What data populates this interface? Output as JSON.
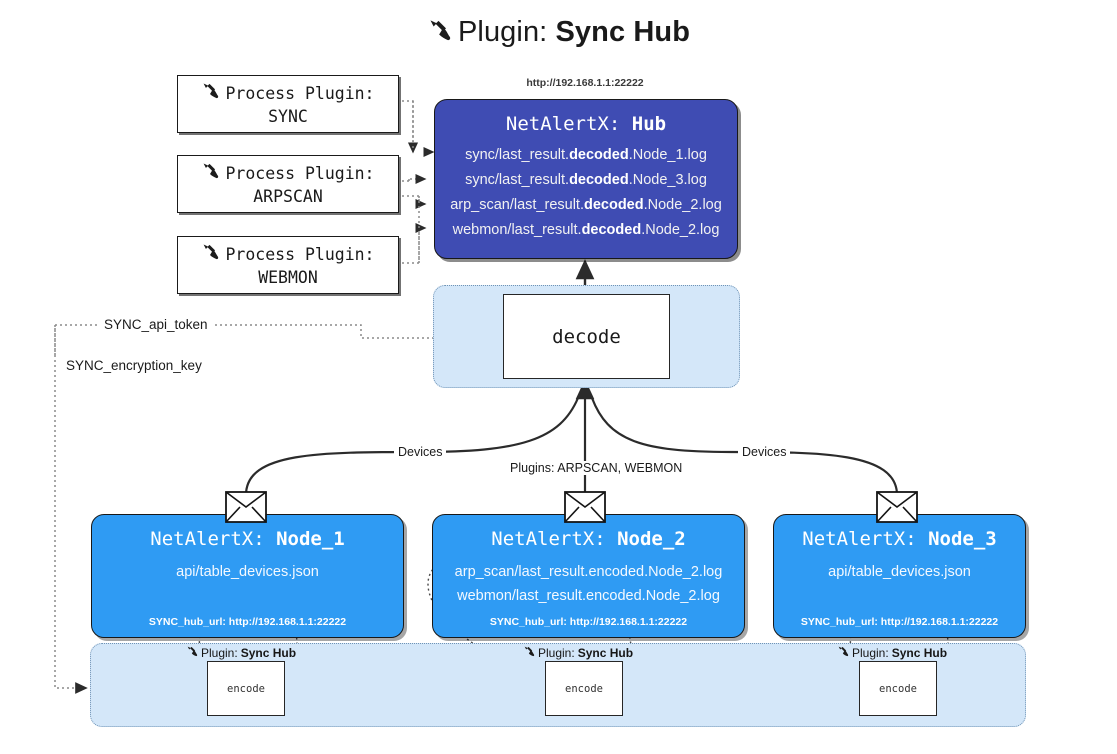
{
  "title": {
    "icon": "plug-icon",
    "prefix": "Plugin: ",
    "name": "Sync Hub"
  },
  "process_plugins": [
    {
      "icon": "plug-icon",
      "line1": "Process Plugin:",
      "line2": "SYNC"
    },
    {
      "icon": "plug-icon",
      "line1": "Process Plugin:",
      "line2": "ARPSCAN"
    },
    {
      "icon": "plug-icon",
      "line1": "Process Plugin:",
      "line2": "WEBMON"
    }
  ],
  "hub": {
    "url": "http://192.168.1.1:22222",
    "title_prefix": "NetAlertX: ",
    "title_name": "Hub",
    "logs": [
      {
        "pre": "sync/last_result.",
        "em": "decoded",
        "post": ".Node_1.log"
      },
      {
        "pre": "sync/last_result.",
        "em": "decoded",
        "post": ".Node_3.log"
      },
      {
        "pre": "arp_scan/last_result.",
        "em": "decoded",
        "post": ".Node_2.log"
      },
      {
        "pre": "webmon/last_result.",
        "em": "decoded",
        "post": ".Node_2.log"
      }
    ]
  },
  "decode": {
    "label": "decode"
  },
  "params": {
    "api_token": "SYNC_api_token",
    "encryption_key": "SYNC_encryption_key"
  },
  "edges": {
    "devices_left": "Devices",
    "plugins_center": "Plugins: ARPSCAN, WEBMON",
    "devices_right": "Devices"
  },
  "nodes": [
    {
      "title_prefix": "NetAlertX: ",
      "title_name": "Node_1",
      "lines": [
        "api/table_devices.json"
      ],
      "footer": "SYNC_hub_url: http://192.168.1.1:22222",
      "envelope": "envelope-icon"
    },
    {
      "title_prefix": "NetAlertX: ",
      "title_name": "Node_2",
      "lines": [
        "arp_scan/last_result.encoded.Node_2.log",
        "webmon/last_result.encoded.Node_2.log"
      ],
      "footer": "SYNC_hub_url: http://192.168.1.1:22222",
      "envelope": "envelope-icon"
    },
    {
      "title_prefix": "NetAlertX: ",
      "title_name": "Node_3",
      "lines": [
        "api/table_devices.json"
      ],
      "footer": "SYNC_hub_url: http://192.168.1.1:22222",
      "envelope": "envelope-icon"
    }
  ],
  "encoders": [
    {
      "caption_prefix": "Plugin: ",
      "caption_name": "Sync Hub",
      "label": "encode",
      "icon": "plug-icon"
    },
    {
      "caption_prefix": "Plugin: ",
      "caption_name": "Sync Hub",
      "label": "encode",
      "icon": "plug-icon"
    },
    {
      "caption_prefix": "Plugin: ",
      "caption_name": "Sync Hub",
      "label": "encode",
      "icon": "plug-icon"
    }
  ],
  "colors": {
    "hub_fill": "#3f4cb3",
    "node_fill": "#2f9bf3",
    "container_fill": "#d4e7f9",
    "container_border": "#6f93b5",
    "stroke": "#262626",
    "background": "#ffffff"
  }
}
